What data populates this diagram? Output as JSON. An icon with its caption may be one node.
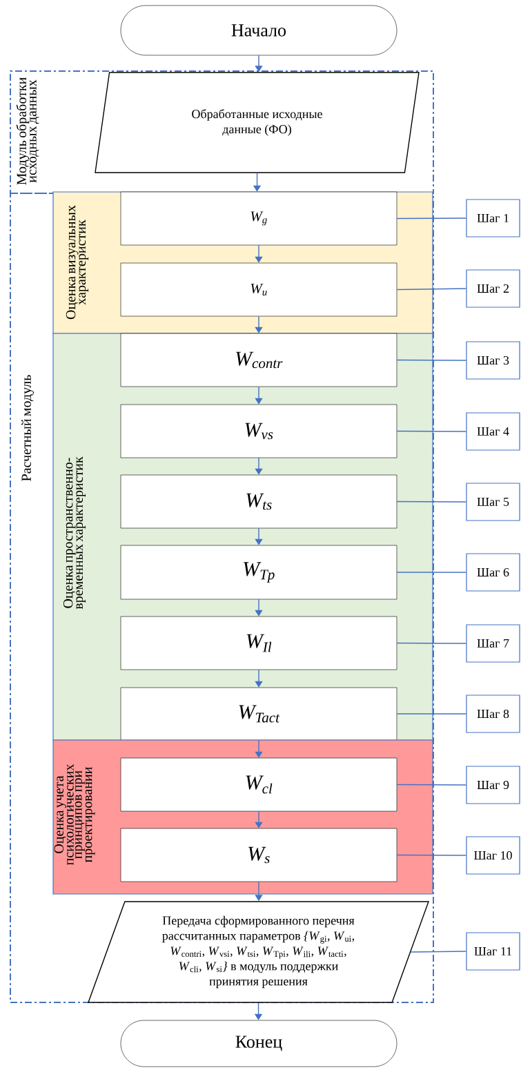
{
  "diagram": {
    "nodes": [
      {
        "text": [
          "Начало"
        ]
      },
      {
        "text": [
          "Модуль обработки исходных данных"
        ]
      },
      {
        "text": [
          "Обработанные исходные данные (ФО)"
        ],
        "in": 1
      },
      {
        "text": [
          "Расчетный модуль"
        ]
      },
      {
        "text": [
          "Оценка визуальных характеристик"
        ],
        "in": 3
      },
      {
        "text": [
          "W$_{g}$"
        ],
        "in": 4
      },
      {
        "text": [
          "W$_{u}$"
        ],
        "in": 4
      },
      {
        "text": [
          "Оценка пространственно-временных характеристик"
        ],
        "in": 3
      },
      {
        "text": [
          "W$_{contr}$"
        ],
        "in": 7
      },
      {
        "text": [
          "W$_{vs}$"
        ],
        "in": 7
      },
      {
        "text": [
          "W$_{ts}$"
        ],
        "in": 7
      },
      {
        "text": [
          "W$_{Tp}$"
        ],
        "in": 7
      },
      {
        "text": [
          "W$_{Il}$"
        ],
        "in": 7
      },
      {
        "text": [
          "W$_{Tact}$"
        ],
        "in": 7
      },
      {
        "text": [
          "Оценка учета психологических принципов при проектировании"
        ],
        "in": 3
      },
      {
        "text": [
          "W$_{cl}$"
        ],
        "in": 14
      },
      {
        "text": [
          "W$_{s}$"
        ],
        "in": 14
      },
      {
        "text": [
          "Передача сформированного перечня рассчитанных параметров *{W*$_{gi}$, *W*$_{ui}$, *W*$_{contri}$, *W*$_{vsi}$, *W*$_{tsi}$, *W*$_{Tpi}$, *W*$_{ili}$, *W*$_{tacti}$, *W*$_{cli}$, *W*$_{si}$*}* в модуль поддержки принятия решения"
        ],
        "in": 3
      },
      {
        "text": [
          "Конец"
        ]
      },
      {
        "text": [
          "Шаг 1"
        ]
      },
      {
        "text": [
          "Шаг 2"
        ]
      },
      {
        "text": [
          "Шаг 3"
        ]
      },
      {
        "text": [
          "Шаг 4"
        ]
      },
      {
        "text": [
          "Шаг 5"
        ]
      },
      {
        "text": [
          "Шаг 6"
        ]
      },
      {
        "text": [
          "Шаг 7"
        ]
      },
      {
        "text": [
          "Шаг 8"
        ]
      },
      {
        "text": [
          "Шаг 9"
        ]
      },
      {
        "text": [
          "Шаг 10"
        ]
      },
      {
        "text": [
          "Шаг 11"
        ]
      }
    ],
    "edges": [
      {
        "from": 0,
        "to": 2,
        "arrow": "to"
      },
      {
        "from": 2,
        "to": 5,
        "arrow": "to"
      },
      {
        "from": 5,
        "to": 6,
        "arrow": "to"
      },
      {
        "from": 6,
        "to": 8,
        "arrow": "to"
      },
      {
        "from": 8,
        "to": 9,
        "arrow": "to"
      },
      {
        "from": 9,
        "to": 10,
        "arrow": "to"
      },
      {
        "from": 10,
        "to": 11,
        "arrow": "to"
      },
      {
        "from": 11,
        "to": 12,
        "arrow": "to"
      },
      {
        "from": 12,
        "to": 13,
        "arrow": "to"
      },
      {
        "from": 13,
        "to": 15,
        "arrow": "to"
      },
      {
        "from": 15,
        "to": 16,
        "arrow": "to"
      },
      {
        "from": 16,
        "to": 17,
        "arrow": "to"
      },
      {
        "from": 17,
        "to": 18,
        "arrow": "to"
      },
      {
        "from": 19,
        "to": 5,
        "arrow": "none"
      },
      {
        "from": 20,
        "to": 6,
        "arrow": "none"
      },
      {
        "from": 21,
        "to": 8,
        "arrow": "none"
      },
      {
        "from": 22,
        "to": 9,
        "arrow": "none"
      },
      {
        "from": 23,
        "to": 10,
        "arrow": "none"
      },
      {
        "from": 24,
        "to": 11,
        "arrow": "none"
      },
      {
        "from": 25,
        "to": 12,
        "arrow": "none"
      },
      {
        "from": 26,
        "to": 13,
        "arrow": "none"
      },
      {
        "from": 27,
        "to": 15,
        "arrow": "none"
      },
      {
        "from": 28,
        "to": 16,
        "arrow": "none"
      },
      {
        "from": 29,
        "to": 17,
        "arrow": "none"
      }
    ]
  }
}
